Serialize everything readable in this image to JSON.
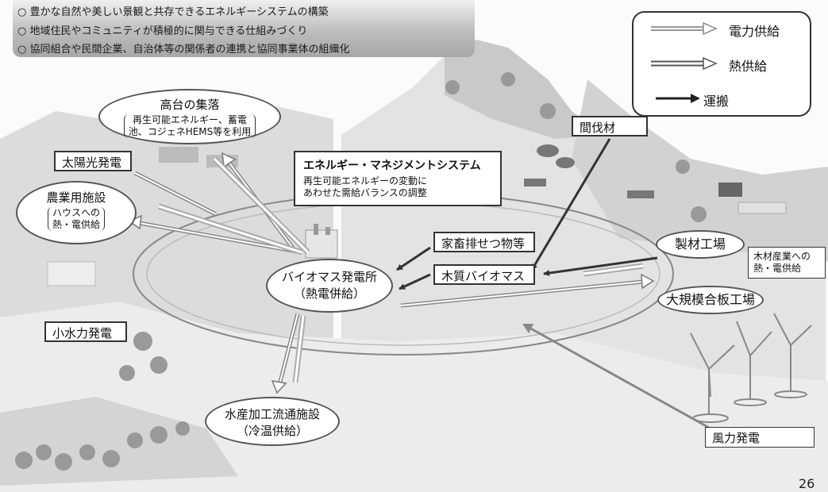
{
  "objectives": [
    "○  豊かな自然や美しい景観と共存できるエネルギーシステムの構築",
    "○  地域住民やコミュニティが積極的に関与できる仕組みづくり",
    "○  協同組合や民間企業、自治体等の関係者の連携と協同事業体の組織化"
  ],
  "legend": {
    "power_supply": "電力供給",
    "heat_supply": "熱供給",
    "transport": "運搬"
  },
  "labels": {
    "upland_village_title": "高台の集落",
    "upland_village_desc_1": "再生可能エネルギー、蓄電",
    "upland_village_desc_2": "池、コジェネHEMS等を利用",
    "solar": "太陽光発電",
    "agri_title": "農業用施設",
    "agri_desc_1": "ハウスへの",
    "agri_desc_2": "熱・電供給",
    "ems_title": "エネルギー・マネジメントシステム",
    "ems_desc_1": "再生可能エネルギーの変動に",
    "ems_desc_2": "あわせた需給バランスの調整",
    "thinning": "間伐材",
    "livestock": "家畜排せつ物等",
    "woody_biomass": "木質バイオマス",
    "plant_name": "バイオマス発電所",
    "plant_sub": "（熱電併給）",
    "sawmill": "製材工場",
    "wood_industry_1": "木材産業への",
    "wood_industry_2": "熱・電供給",
    "plywood": "大規模合板工場",
    "small_hydro": "小水力発電",
    "fish_title": "水産加工流通施設",
    "fish_sub": "（冷温供給）",
    "wind": "風力発電"
  },
  "page_number": "26"
}
